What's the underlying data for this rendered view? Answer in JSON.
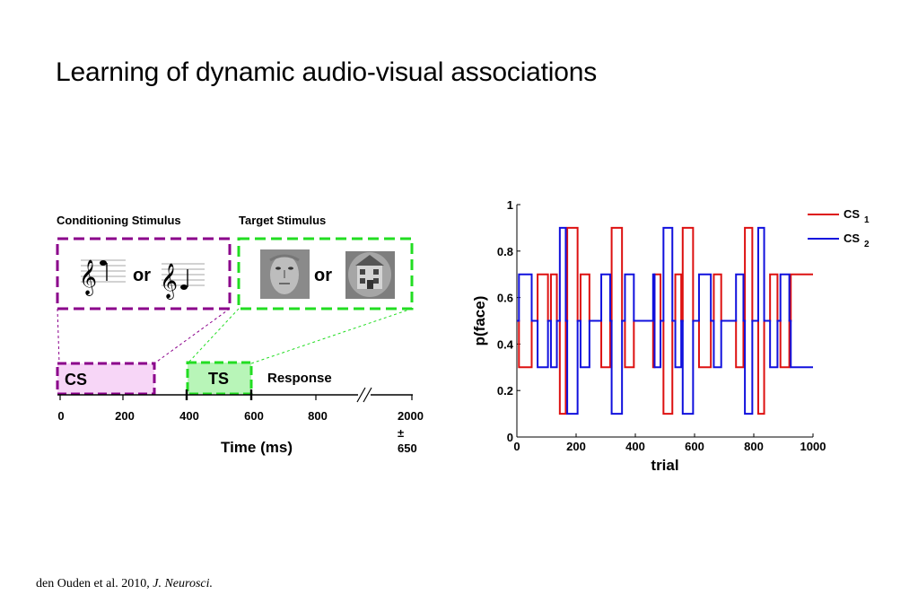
{
  "title": "Learning of dynamic audio-visual associations",
  "diagram": {
    "conditioning_label": "Conditioning Stimulus",
    "target_label": "Target Stimulus",
    "or_1": "or",
    "or_2": "or",
    "cs_label": "CS",
    "ts_label": "TS",
    "response_label": "Response",
    "time_ticks": [
      "0",
      "200",
      "400",
      "600",
      "800"
    ],
    "end_tick": "2000",
    "end_tick_pm": "±",
    "end_tick_jitter": "650",
    "time_axis_label": "Time (ms)",
    "colors": {
      "cs_box": "#8b008b",
      "cs_fill": "#f7d6f7",
      "ts_box": "#22dd22",
      "ts_fill": "#b8f5b8"
    }
  },
  "chart_data": {
    "type": "line",
    "xlabel": "trial",
    "ylabel": "p(face)",
    "xlim": [
      0,
      1000
    ],
    "ylim": [
      0,
      1
    ],
    "xticks": [
      "0",
      "200",
      "400",
      "600",
      "800",
      "1000"
    ],
    "yticks": [
      "0",
      "0.2",
      "0.4",
      "0.6",
      "0.8",
      "1"
    ],
    "legend_position": "top-right",
    "series": [
      {
        "name": "CS1",
        "name_main": "CS",
        "name_sub": "1",
        "color": "#dd1111",
        "segments": [
          [
            0,
            0.5
          ],
          [
            7,
            0.3
          ],
          [
            50,
            0.5
          ],
          [
            70,
            0.7
          ],
          [
            105,
            0.5
          ],
          [
            115,
            0.7
          ],
          [
            135,
            0.5
          ],
          [
            145,
            0.1
          ],
          [
            165,
            0.5
          ],
          [
            170,
            0.9
          ],
          [
            205,
            0.5
          ],
          [
            215,
            0.7
          ],
          [
            245,
            0.5
          ],
          [
            275,
            0.5
          ],
          [
            285,
            0.3
          ],
          [
            315,
            0.5
          ],
          [
            320,
            0.9
          ],
          [
            355,
            0.5
          ],
          [
            365,
            0.3
          ],
          [
            395,
            0.5
          ],
          [
            435,
            0.5
          ],
          [
            460,
            0.3
          ],
          [
            465,
            0.7
          ],
          [
            485,
            0.5
          ],
          [
            495,
            0.1
          ],
          [
            525,
            0.5
          ],
          [
            535,
            0.7
          ],
          [
            555,
            0.5
          ],
          [
            560,
            0.9
          ],
          [
            595,
            0.5
          ],
          [
            615,
            0.3
          ],
          [
            655,
            0.5
          ],
          [
            665,
            0.7
          ],
          [
            690,
            0.5
          ],
          [
            725,
            0.5
          ],
          [
            740,
            0.3
          ],
          [
            765,
            0.5
          ],
          [
            770,
            0.9
          ],
          [
            795,
            0.5
          ],
          [
            815,
            0.1
          ],
          [
            835,
            0.5
          ],
          [
            855,
            0.7
          ],
          [
            880,
            0.5
          ],
          [
            890,
            0.3
          ],
          [
            920,
            0.5
          ],
          [
            925,
            0.7
          ],
          [
            1000,
            0.7
          ]
        ]
      },
      {
        "name": "CS2",
        "name_main": "CS",
        "name_sub": "2",
        "color": "#1111dd",
        "segments": [
          [
            0,
            0.5
          ],
          [
            7,
            0.7
          ],
          [
            50,
            0.5
          ],
          [
            70,
            0.3
          ],
          [
            105,
            0.5
          ],
          [
            115,
            0.3
          ],
          [
            135,
            0.5
          ],
          [
            145,
            0.9
          ],
          [
            165,
            0.5
          ],
          [
            170,
            0.1
          ],
          [
            205,
            0.5
          ],
          [
            215,
            0.3
          ],
          [
            245,
            0.5
          ],
          [
            275,
            0.5
          ],
          [
            285,
            0.7
          ],
          [
            315,
            0.5
          ],
          [
            320,
            0.1
          ],
          [
            355,
            0.5
          ],
          [
            365,
            0.7
          ],
          [
            395,
            0.5
          ],
          [
            435,
            0.5
          ],
          [
            460,
            0.7
          ],
          [
            465,
            0.3
          ],
          [
            485,
            0.5
          ],
          [
            495,
            0.9
          ],
          [
            525,
            0.5
          ],
          [
            535,
            0.3
          ],
          [
            555,
            0.5
          ],
          [
            560,
            0.1
          ],
          [
            595,
            0.5
          ],
          [
            615,
            0.7
          ],
          [
            655,
            0.5
          ],
          [
            665,
            0.3
          ],
          [
            690,
            0.5
          ],
          [
            725,
            0.5
          ],
          [
            740,
            0.7
          ],
          [
            765,
            0.5
          ],
          [
            770,
            0.1
          ],
          [
            795,
            0.5
          ],
          [
            815,
            0.9
          ],
          [
            835,
            0.5
          ],
          [
            855,
            0.3
          ],
          [
            880,
            0.5
          ],
          [
            890,
            0.7
          ],
          [
            920,
            0.5
          ],
          [
            925,
            0.3
          ],
          [
            1000,
            0.3
          ]
        ]
      }
    ]
  },
  "citation": {
    "authors": "den Ouden et al. 2010,",
    "journal": "J. Neurosci."
  }
}
